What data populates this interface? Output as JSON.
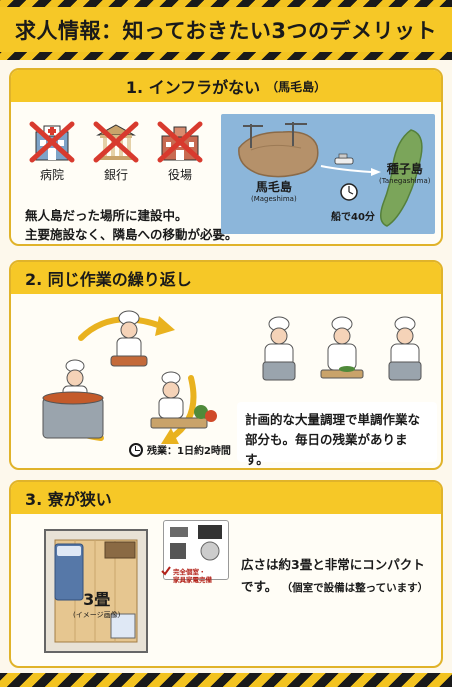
{
  "header": {
    "title": "求人情報：知っておきたい3つのデメリット"
  },
  "colors": {
    "accent": "#f6c827",
    "stripe_dark": "#1a1a1a",
    "map_sea": "#8cb6da",
    "cross_red": "#d83a2e"
  },
  "sections": [
    {
      "title": "1. インフラがない",
      "subtitle": "（馬毛島）",
      "facilities": [
        {
          "label": "病院",
          "icon": "hospital-icon"
        },
        {
          "label": "銀行",
          "icon": "bank-icon"
        },
        {
          "label": "役場",
          "icon": "townhall-icon"
        }
      ],
      "map": {
        "island_a": "馬毛島",
        "island_a_en": "(Mageshima)",
        "island_b": "種子島",
        "island_b_en": "(Tanegashima)",
        "ferry_time": "船で40分"
      },
      "desc_line1": "無人島だった場所に建設中。",
      "desc_line2": "主要施設なく、隣島への移動が必要。"
    },
    {
      "title": "2. 同じ作業の繰り返し",
      "overtime": "残業：1日約2時間",
      "desc_line1": "計画的な大量調理で単調作業な",
      "desc_line2": "部分も。毎日の残業があります。"
    },
    {
      "title": "3. 寮が狭い",
      "room_size": "3畳",
      "room_note": "(イメージ画像)",
      "appliance_note_line1": "完全個室・",
      "appliance_note_line2": "家具家電完備",
      "desc_line1": "広さは約3畳と非常にコンパクト",
      "desc_line2_main": "です。",
      "desc_line2_small": "（個室で設備は整っています）"
    }
  ]
}
